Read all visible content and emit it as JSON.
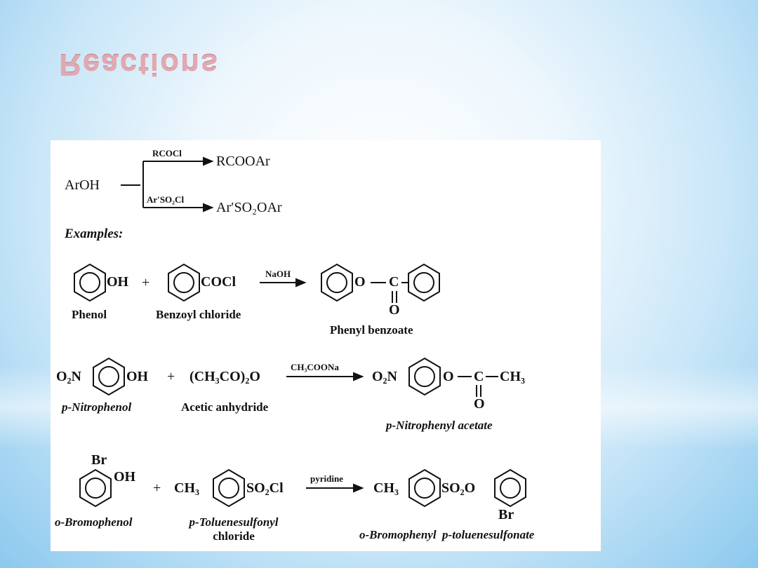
{
  "slide": {
    "title": "Reactions"
  },
  "general": {
    "reactant": "ArOH",
    "reagent_1": "RCOCl",
    "product_1": "RCOOAr",
    "reagent_2": "Ar′SO₂Cl",
    "product_2": "Ar′SO₂OAr"
  },
  "examples_heading": "Examples:",
  "example1": {
    "reactant1_group": "OH",
    "reactant1_name": "Phenol",
    "plus": "+",
    "reactant2_group": "COCl",
    "reactant2_name": "Benzoyl chloride",
    "reagent": "NaOH",
    "product_link_o": "O",
    "product_c": "C",
    "product_carbonyl_o": "O",
    "product_name": "Phenyl benzoate"
  },
  "example2": {
    "reactant1_left_group": "O₂N",
    "reactant1_right_group": "OH",
    "reactant1_name": "p-Nitrophenol",
    "plus": "+",
    "reactant2_formula": "(CH₃CO)₂O",
    "reactant2_name": "Acetic anhydride",
    "reagent": "CH₃COONa",
    "product_left_group": "O₂N",
    "product_link_o": "O",
    "product_c": "C",
    "product_ch3": "CH₃",
    "product_carbonyl_o": "O",
    "product_name": "p-Nitrophenyl acetate"
  },
  "example3": {
    "reactant1_top_group": "Br",
    "reactant1_side_group": "OH",
    "reactant1_name": "o-Bromophenol",
    "plus": "+",
    "reactant2_left_group": "CH₃",
    "reactant2_right_group": "SO₂Cl",
    "reactant2_name_line1": "p-Toluenesulfonyl",
    "reactant2_name_line2": "chloride",
    "reagent": "pyridine",
    "product_left_group": "CH₃",
    "product_link": "SO₂O",
    "product_br": "Br",
    "product_name": "o-Bromophenyl  p-toluenesulfonate"
  }
}
